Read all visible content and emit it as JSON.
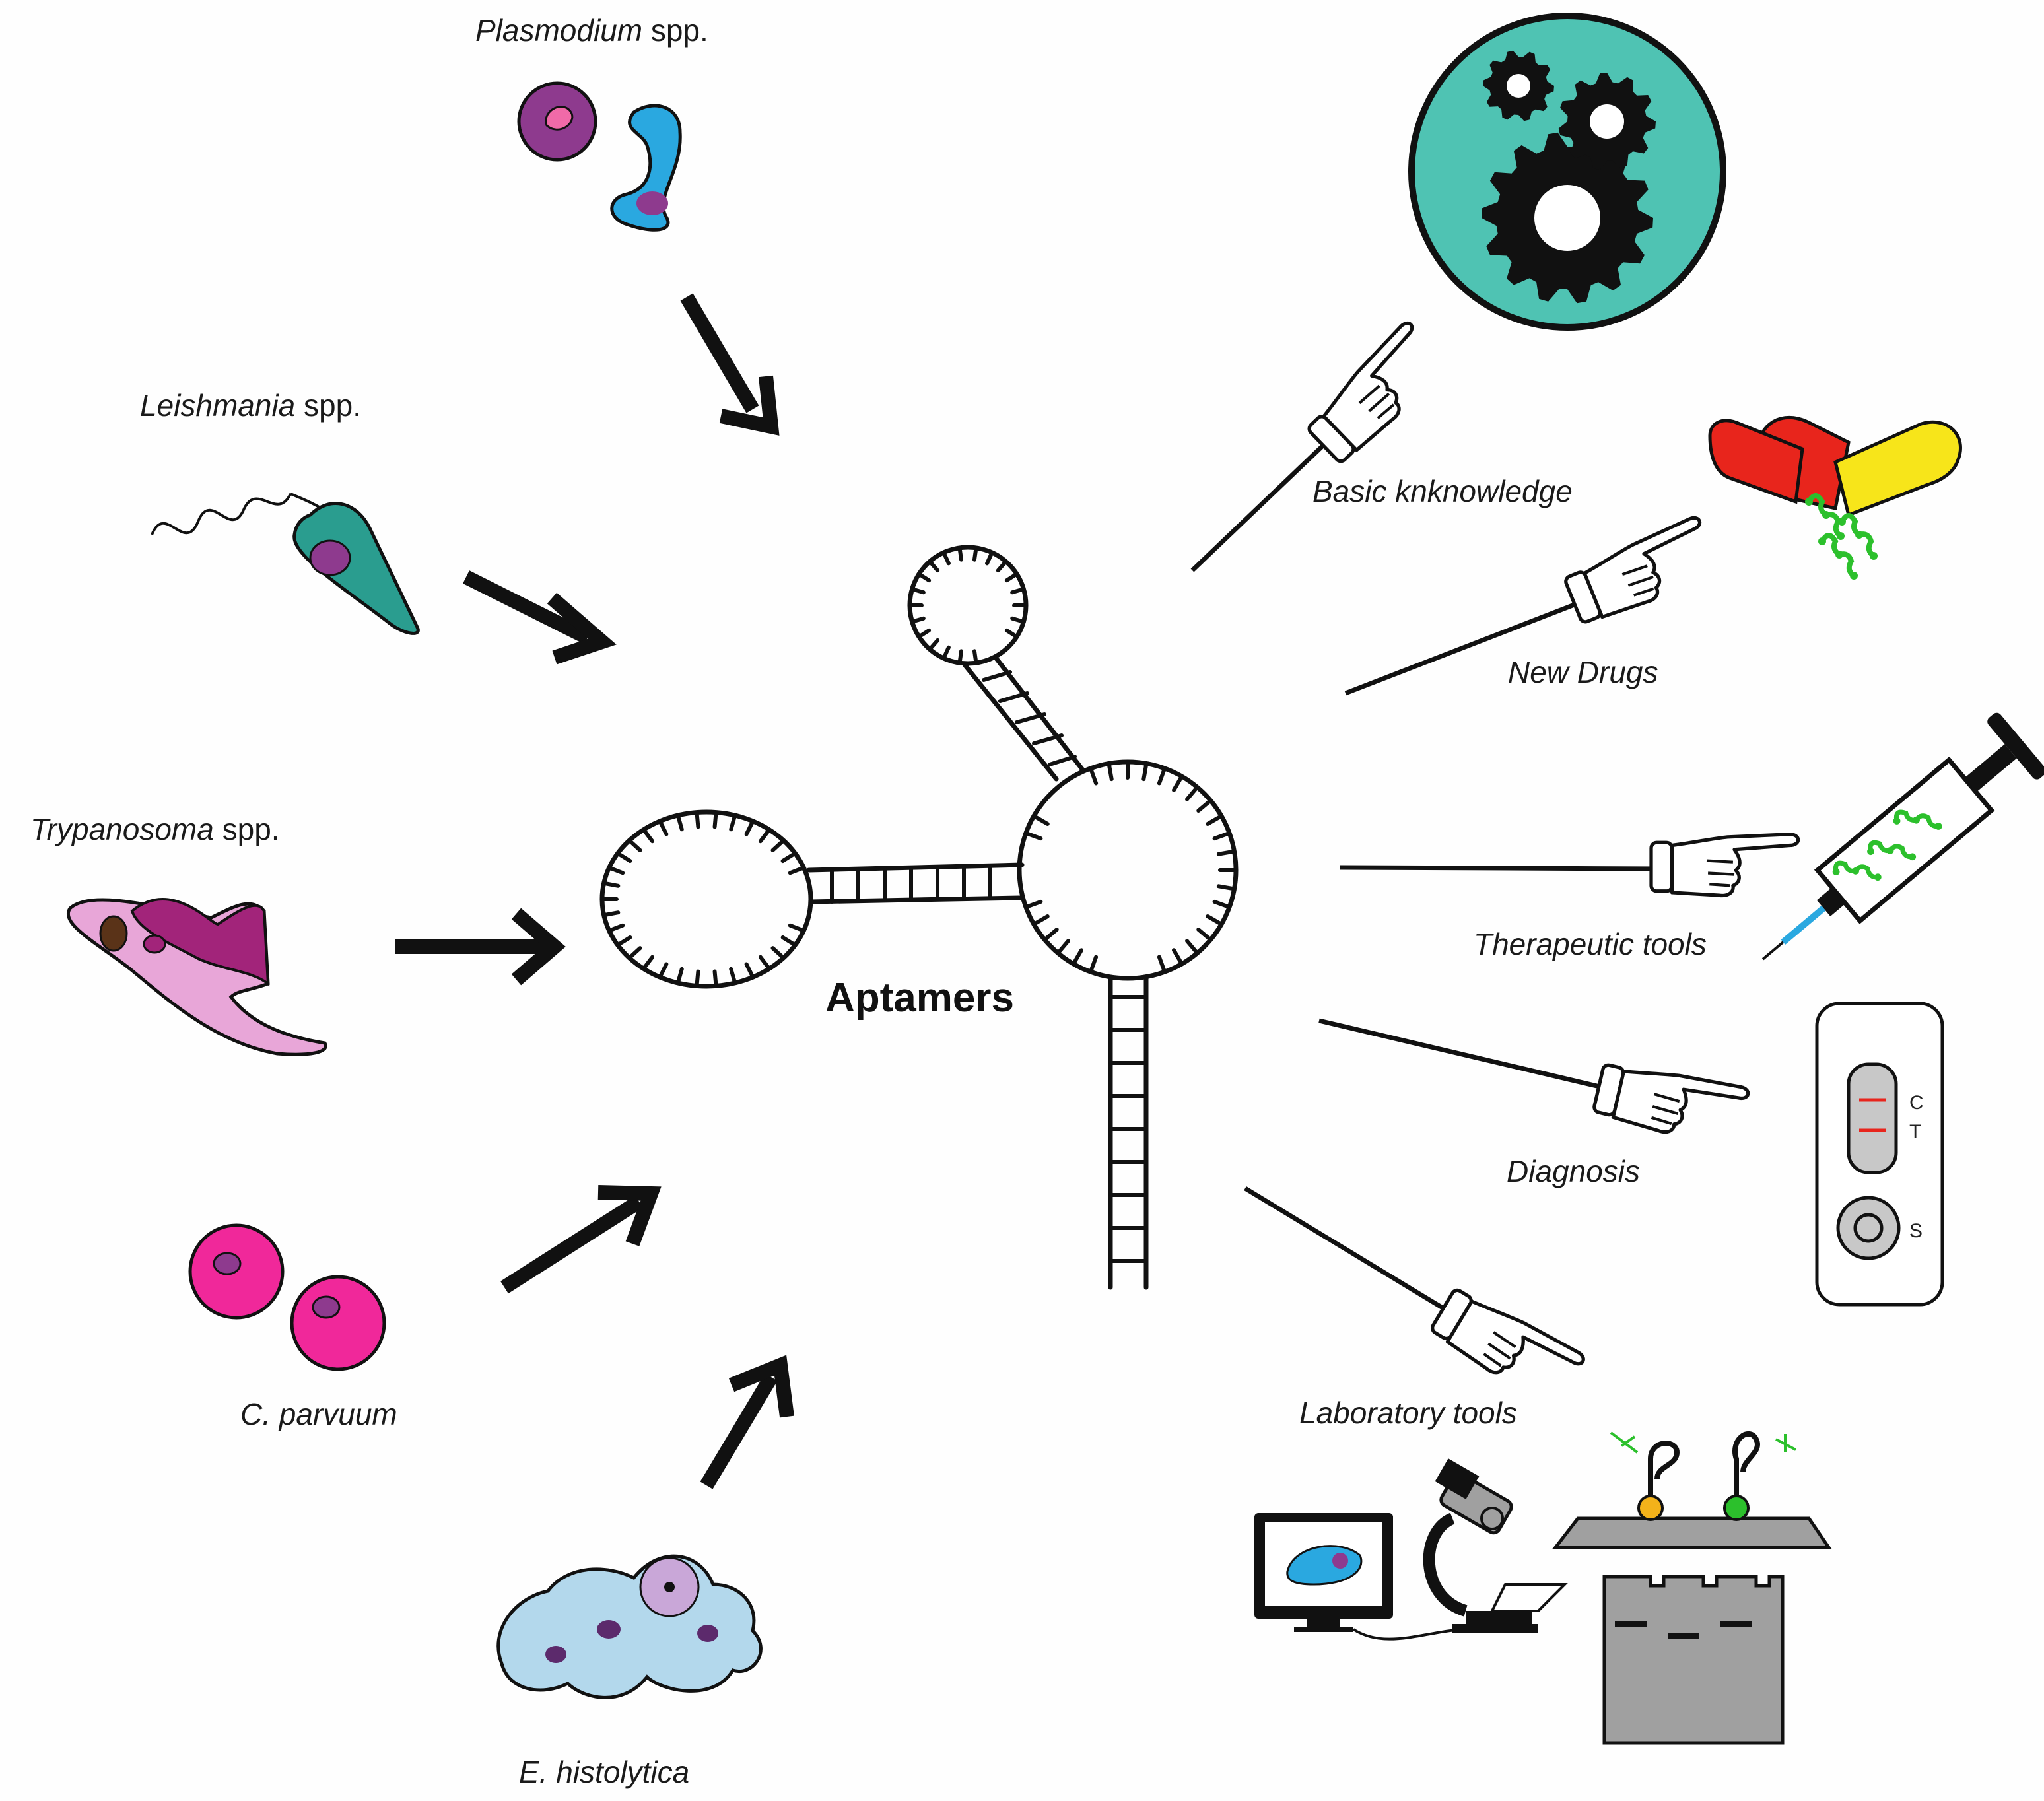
{
  "center": {
    "title": "Aptamers"
  },
  "parasites": {
    "plasmodium": {
      "genus": "Plasmodium",
      "suffix": " spp."
    },
    "leishmania": {
      "genus": "Leishmania",
      "suffix": " spp."
    },
    "trypanosoma": {
      "genus": "Trypanosoma",
      "suffix": " spp."
    },
    "cparvuum": {
      "name": "C. parvuum"
    },
    "ehistolytica": {
      "name": "E. histolytica"
    }
  },
  "applications": {
    "basic": "Basic knknowledge",
    "drugs": "New Drugs",
    "therapeutic": "Therapeutic tools",
    "diagnosis": "Diagnosis",
    "laboratory": "Laboratory tools"
  },
  "test_strip": {
    "c": "C",
    "t": "T",
    "s": "S"
  },
  "colors": {
    "plasmodium_rbc": "#8e3a8e",
    "plasmodium_cell": "#2aa8e0",
    "leishmania": "#2a9d8f",
    "trypanosoma": "#e8a6d8",
    "trypanosoma_membrane": "#a2247a",
    "cparvuum": "#f0289a",
    "ehistolytica": "#b3d8ec",
    "gear_circle": "#4fc3b3",
    "capsule_red": "#e8251c",
    "capsule_yellow": "#f7e51a",
    "aptamer_green": "#2cc02c"
  }
}
